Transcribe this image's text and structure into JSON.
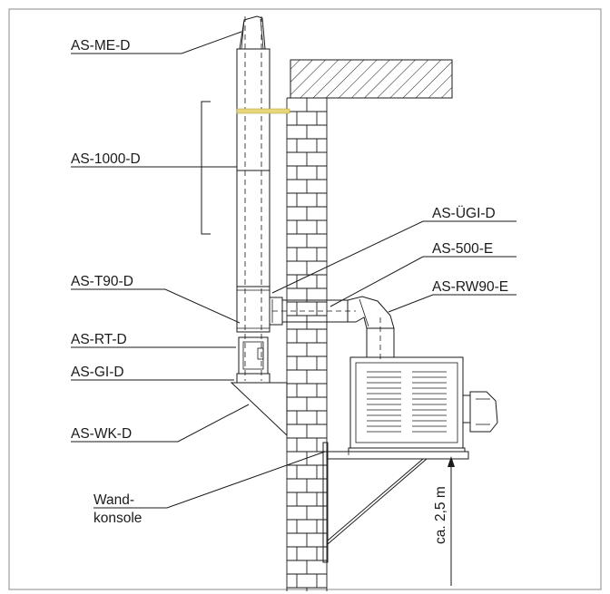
{
  "labels": {
    "me": "AS-ME-D",
    "pipe1000": "AS-1000-D",
    "ugi": "AS-ÜGI-D",
    "e500": "AS-500-E",
    "t90": "AS-T90-D",
    "rw90": "AS-RW90-E",
    "rt": "AS-RT-D",
    "gi": "AS-GI-D",
    "wk": "AS-WK-D",
    "wand1": "Wand-",
    "wand2": "konsole",
    "height": "ca. 2,5 m"
  },
  "colors": {
    "line": "#1a1a1a",
    "highlight": "#e8d77a",
    "background": "#ffffff"
  }
}
